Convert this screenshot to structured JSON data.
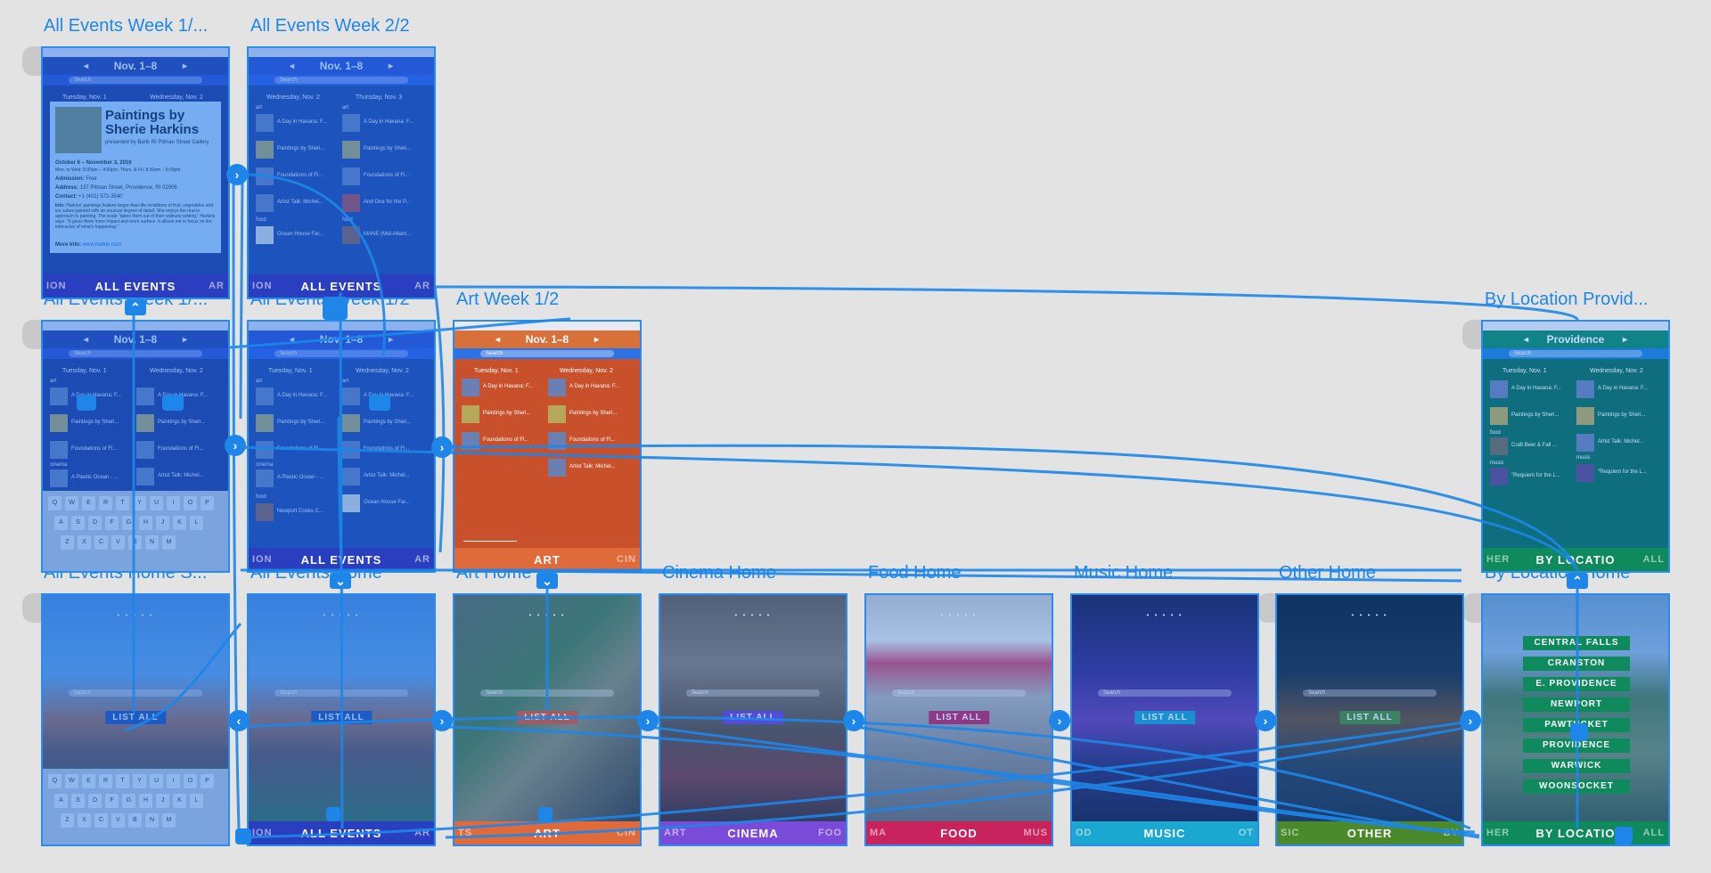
{
  "artboards": {
    "all_week_1": {
      "title": "All Events Week 1/..."
    },
    "all_week_2": {
      "title": "All Events Week 2/2"
    },
    "all_week_1b": {
      "title": "All Events Week 1/..."
    },
    "all_week_1c": {
      "title": "All Events Week 1/2"
    },
    "art_week": {
      "title": "Art Week 1/2"
    },
    "loc_prov": {
      "title": "By Location Provid..."
    },
    "all_home_s": {
      "title": "All Events Home S..."
    },
    "all_home": {
      "title": "All Events Home"
    },
    "art_home": {
      "title": "Art Home"
    },
    "cinema_home": {
      "title": "Cinema Home"
    },
    "food_home": {
      "title": "Food Home"
    },
    "music_home": {
      "title": "Music Home"
    },
    "other_home": {
      "title": "Other Home"
    },
    "loc_home": {
      "title": "By Location Home"
    }
  },
  "date_range": "Nov. 1–8",
  "location_name": "Providence",
  "search_placeholder": "Search",
  "days": {
    "tue": "Tuesday, Nov. 1",
    "wed": "Wednesday, Nov. 2",
    "thu": "Thursday, Nov. 3"
  },
  "categories": {
    "art": "art",
    "food": "food",
    "cinema": "cinema",
    "music": "music"
  },
  "events": {
    "havana": "A Day in Havana: F...",
    "paintings": "Paintings by Sheri...",
    "foundations": "Foundations of Fl...",
    "artist_talk": "Artist Talk: Michel...",
    "ocean_house": "Ocean House Far...",
    "plastic_ocean": "A Plastic Ocean - ...",
    "newport_cooks": "Newport Cooks C...",
    "craft_beer": "Craft Beer & Fall ...",
    "requiem": "\"Requiem for the L...",
    "and_one": "And One for the P...",
    "mane": "MANE (Mid-Atlant..."
  },
  "card": {
    "title": "Paintings by Sherie Harkins",
    "presenter": "presented by Bank RI Pitman Street Gallery",
    "dates": "October 6 – November 3, 2016",
    "hours": "Mon. to Wed: 8:30am – 4:00pm, Thurs. & Fri. 8:30am – 5:00pm",
    "admission_label": "Admission:",
    "admission_value": "Free",
    "address_label": "Address:",
    "address_value": "137 Pitman Street, Providence, RI 02906",
    "contact_label": "Contact:",
    "contact_value": "+1 (401) 572-3540",
    "info_label": "Info:",
    "info_value": "Harkins' paintings feature larger-than-life renditions of fruit, vegetables and ice cubes painted with an unusual degree of detail. She enjoys the macro approach to painting. The scale \"takes them out of their ordinary setting,\" Harkins says. \"It gives them more impact and more surface. It allows me to focus on the intricacies of what's happening.\"",
    "more_label": "More Info:",
    "more_value": "www.harkin.com"
  },
  "tabs": {
    "all": "ALL EVENTS",
    "art": "ART",
    "cinema": "CINEMA",
    "food": "FOOD",
    "music": "MUSIC",
    "other": "OTHER",
    "loc": "BY LOCATIO",
    "side_ion": "ION",
    "side_art": "ART",
    "side_ts": "TS",
    "side_cin": "CIN",
    "side_foo": "FOO",
    "side_ma": "MA",
    "side_mus": "MUS",
    "side_od": "OD",
    "side_ot": "OT",
    "side_sic": "SIC",
    "side_by": "BY",
    "side_her": "HER",
    "side_all": "ALL",
    "side_art2": "AR"
  },
  "list_all": "LIST ALL",
  "locations": [
    "CENTRAL FALLS",
    "CRANSTON",
    "E. PROVIDENCE",
    "NEWPORT",
    "PAWTUCKET",
    "PROVIDENCE",
    "WARWICK",
    "WOONSOCKET"
  ],
  "keyboard_row1": [
    "Q",
    "W",
    "E",
    "R",
    "T",
    "Y",
    "U",
    "I",
    "O",
    "P"
  ],
  "keyboard_row2": [
    "A",
    "S",
    "D",
    "F",
    "G",
    "H",
    "J",
    "K",
    "L"
  ],
  "keyboard_row3": [
    "Z",
    "X",
    "C",
    "V",
    "B",
    "N",
    "M"
  ],
  "colors": {
    "link": "#1d86e8",
    "blue_theme": "#2a3fc0",
    "art_theme": "#d8572c",
    "cinema_theme": "#6b3fd0",
    "food_theme": "#c0235c",
    "music_theme": "#1aa0c8",
    "other_theme": "#4a8a2c",
    "loc_theme": "#0e8a5c"
  }
}
